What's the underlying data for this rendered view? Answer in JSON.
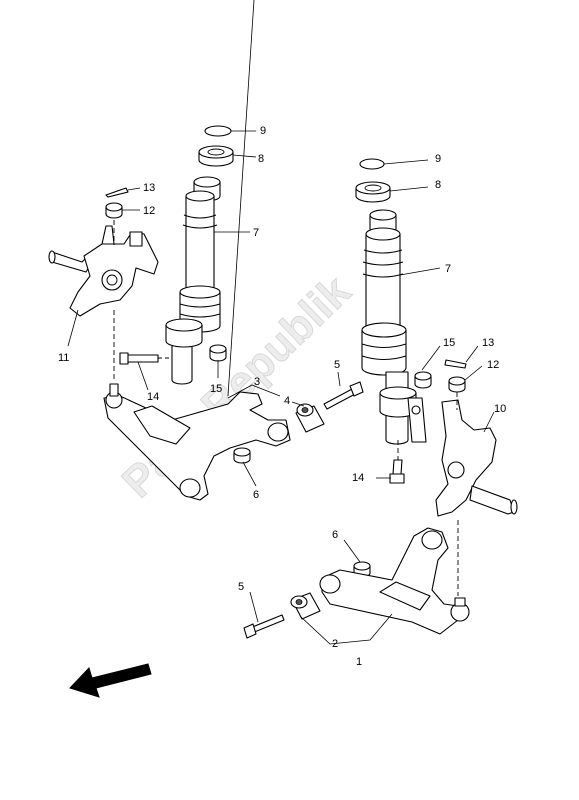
{
  "watermark": {
    "text": "PartsRepublik"
  },
  "callouts": {
    "c1": "1",
    "c2": "2",
    "c3": "3",
    "c4": "4",
    "c5a": "5",
    "c5b": "5",
    "c6a": "6",
    "c6b": "6",
    "c7a": "7",
    "c7b": "7",
    "c8a": "8",
    "c8b": "8",
    "c9a": "9",
    "c9b": "9",
    "c10": "10",
    "c11": "11",
    "c12a": "12",
    "c12b": "12",
    "c13a": "13",
    "c13b": "13",
    "c14a": "14",
    "c14b": "14",
    "c15a": "15",
    "c15b": "15"
  },
  "icons": {
    "direction": "front-direction-arrow-icon"
  }
}
